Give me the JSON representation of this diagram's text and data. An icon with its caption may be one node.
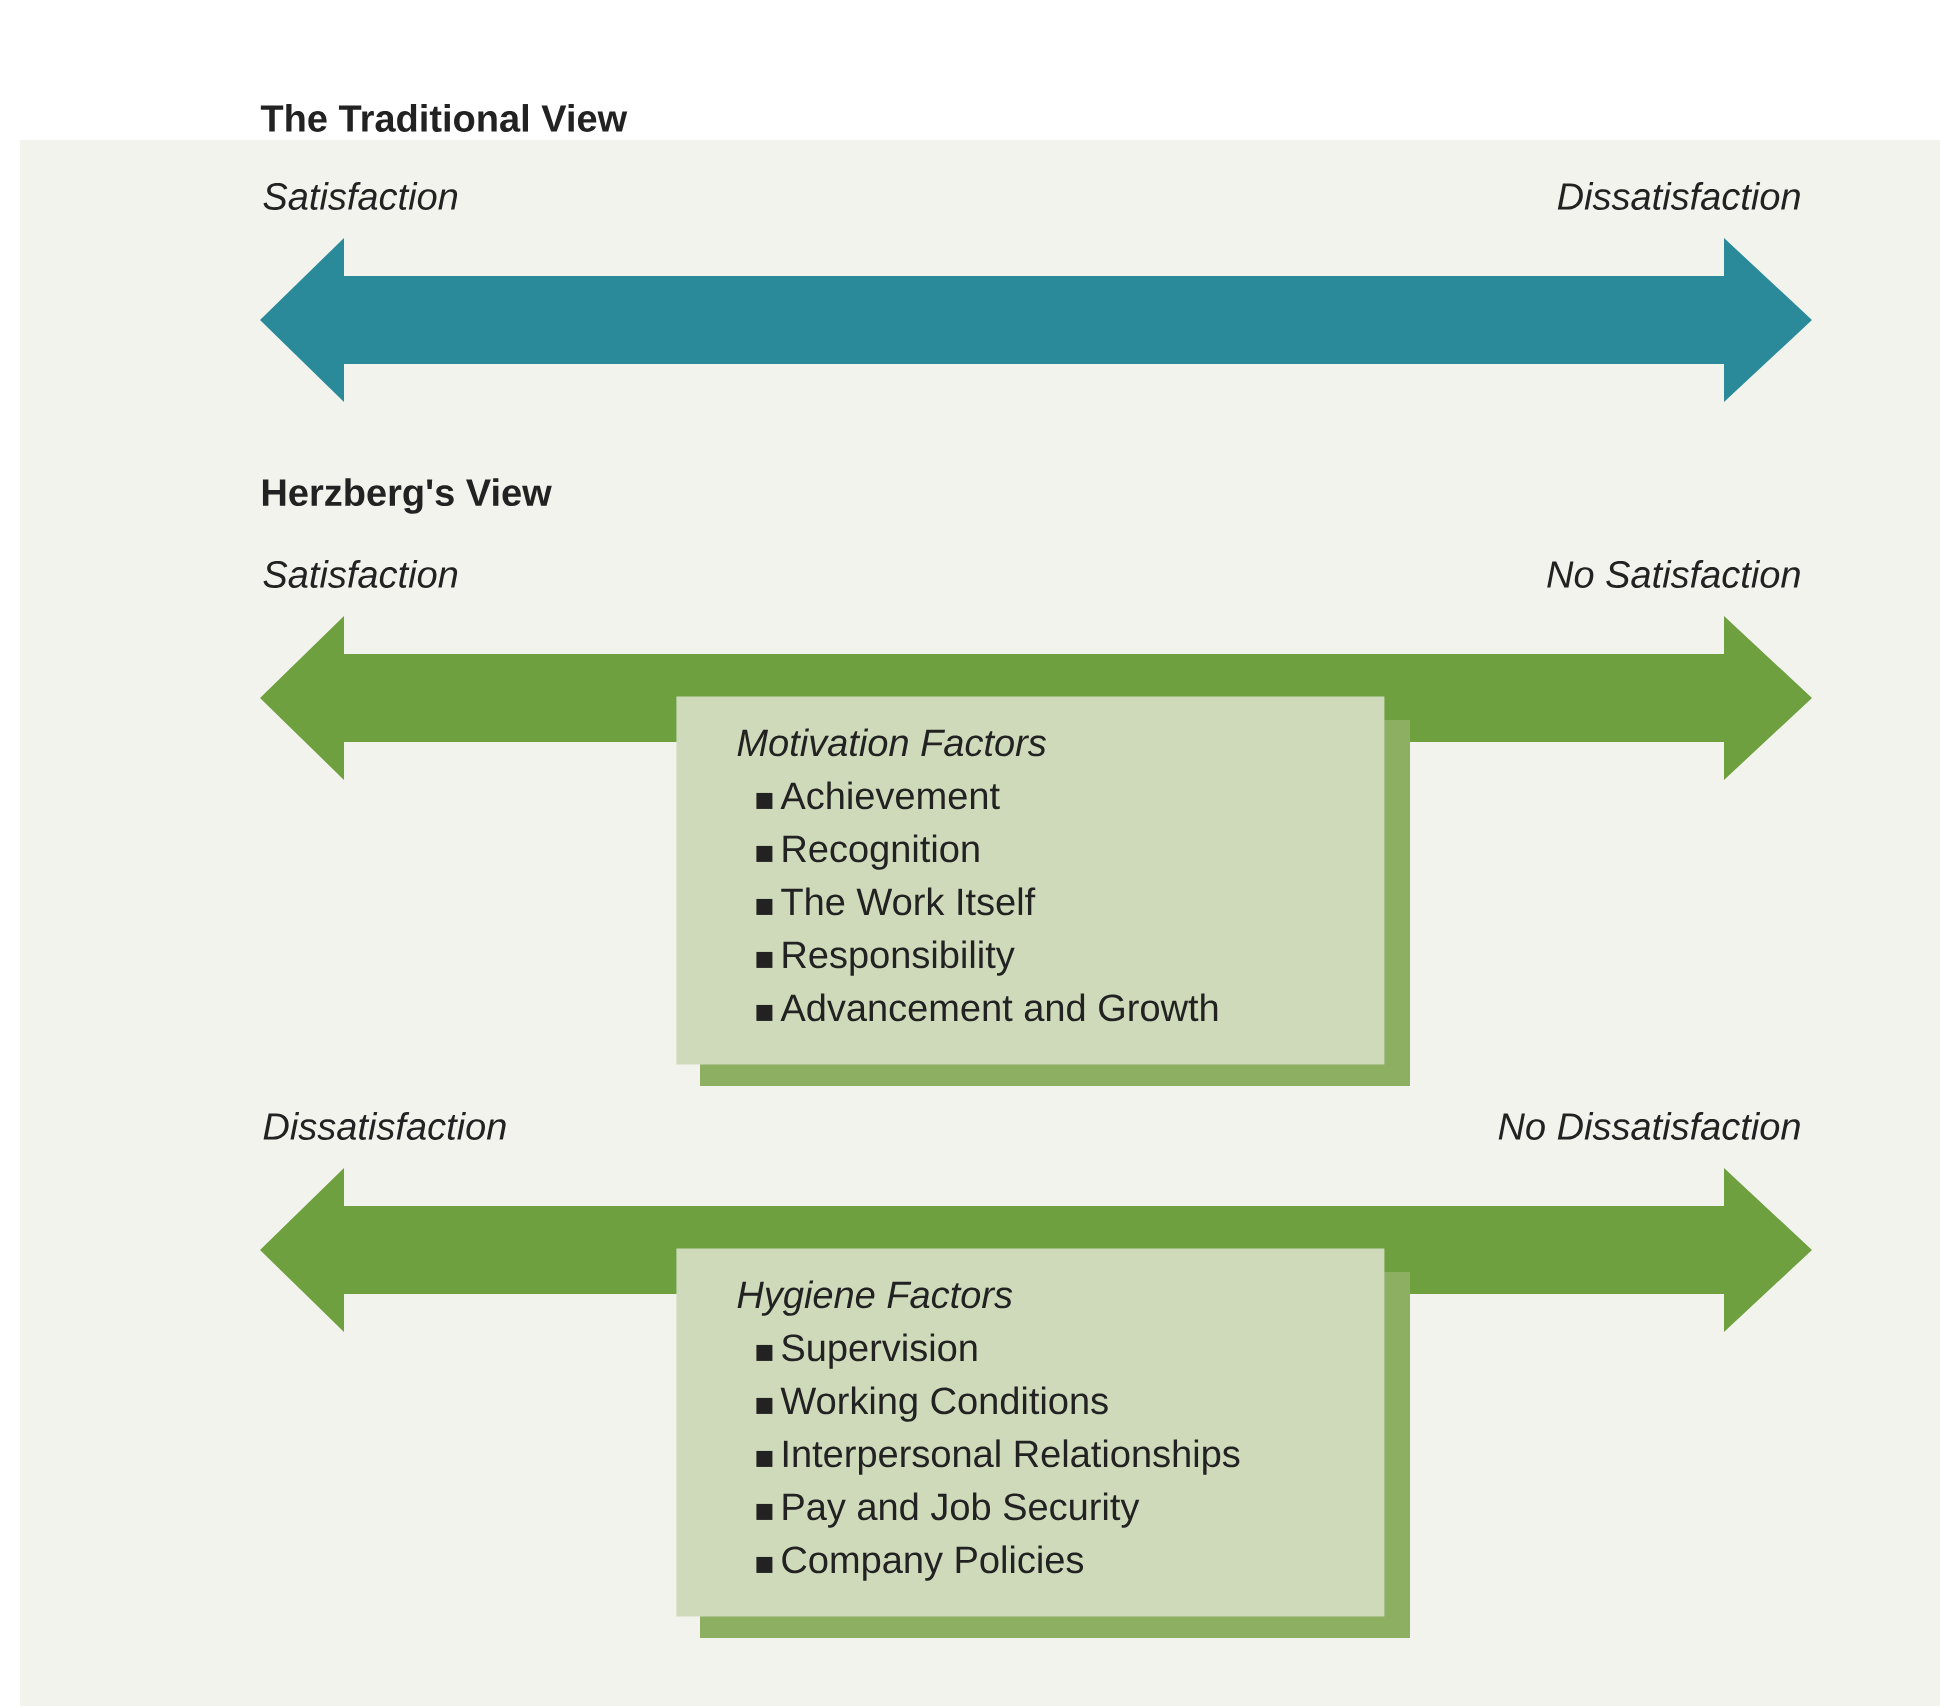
{
  "diagram": {
    "nodes": [
      {
        "text": [
          "Motivation Factors",
          "Achievement",
          "Recognition",
          "The Work Itself",
          "Responsibility",
          "Advancement and Growth"
        ]
      },
      {
        "text": [
          "Hygiene Factors",
          "Supervision",
          "Working Conditions",
          "Interpersonal Relationships",
          "Pay and Job Security",
          "Company Policies"
        ]
      }
    ],
    "labels": [
      "The Traditional View",
      "Satisfaction",
      "Dissatisfaction",
      "Herzberg's View",
      "Satisfaction",
      "No Satisfaction",
      "Dissatisfaction",
      "No Dissatisfaction"
    ]
  }
}
